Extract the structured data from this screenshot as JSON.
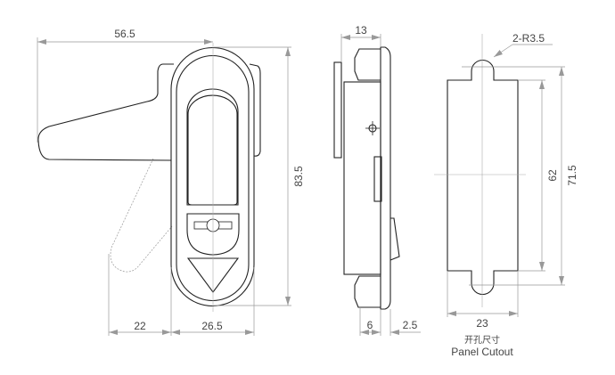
{
  "front_view": {
    "width_lever": "56.5",
    "height": "83.5",
    "swing_offset": "22",
    "housing_width": "26.5"
  },
  "side_view": {
    "depth": "13",
    "boss": "6",
    "plate": "2.5"
  },
  "cutout": {
    "radius_note": "2-R3.5",
    "inner_height": "62",
    "outer_height": "71.5",
    "width": "23",
    "title_cn": "开孔尺寸",
    "title_en": "Panel Cutout"
  }
}
